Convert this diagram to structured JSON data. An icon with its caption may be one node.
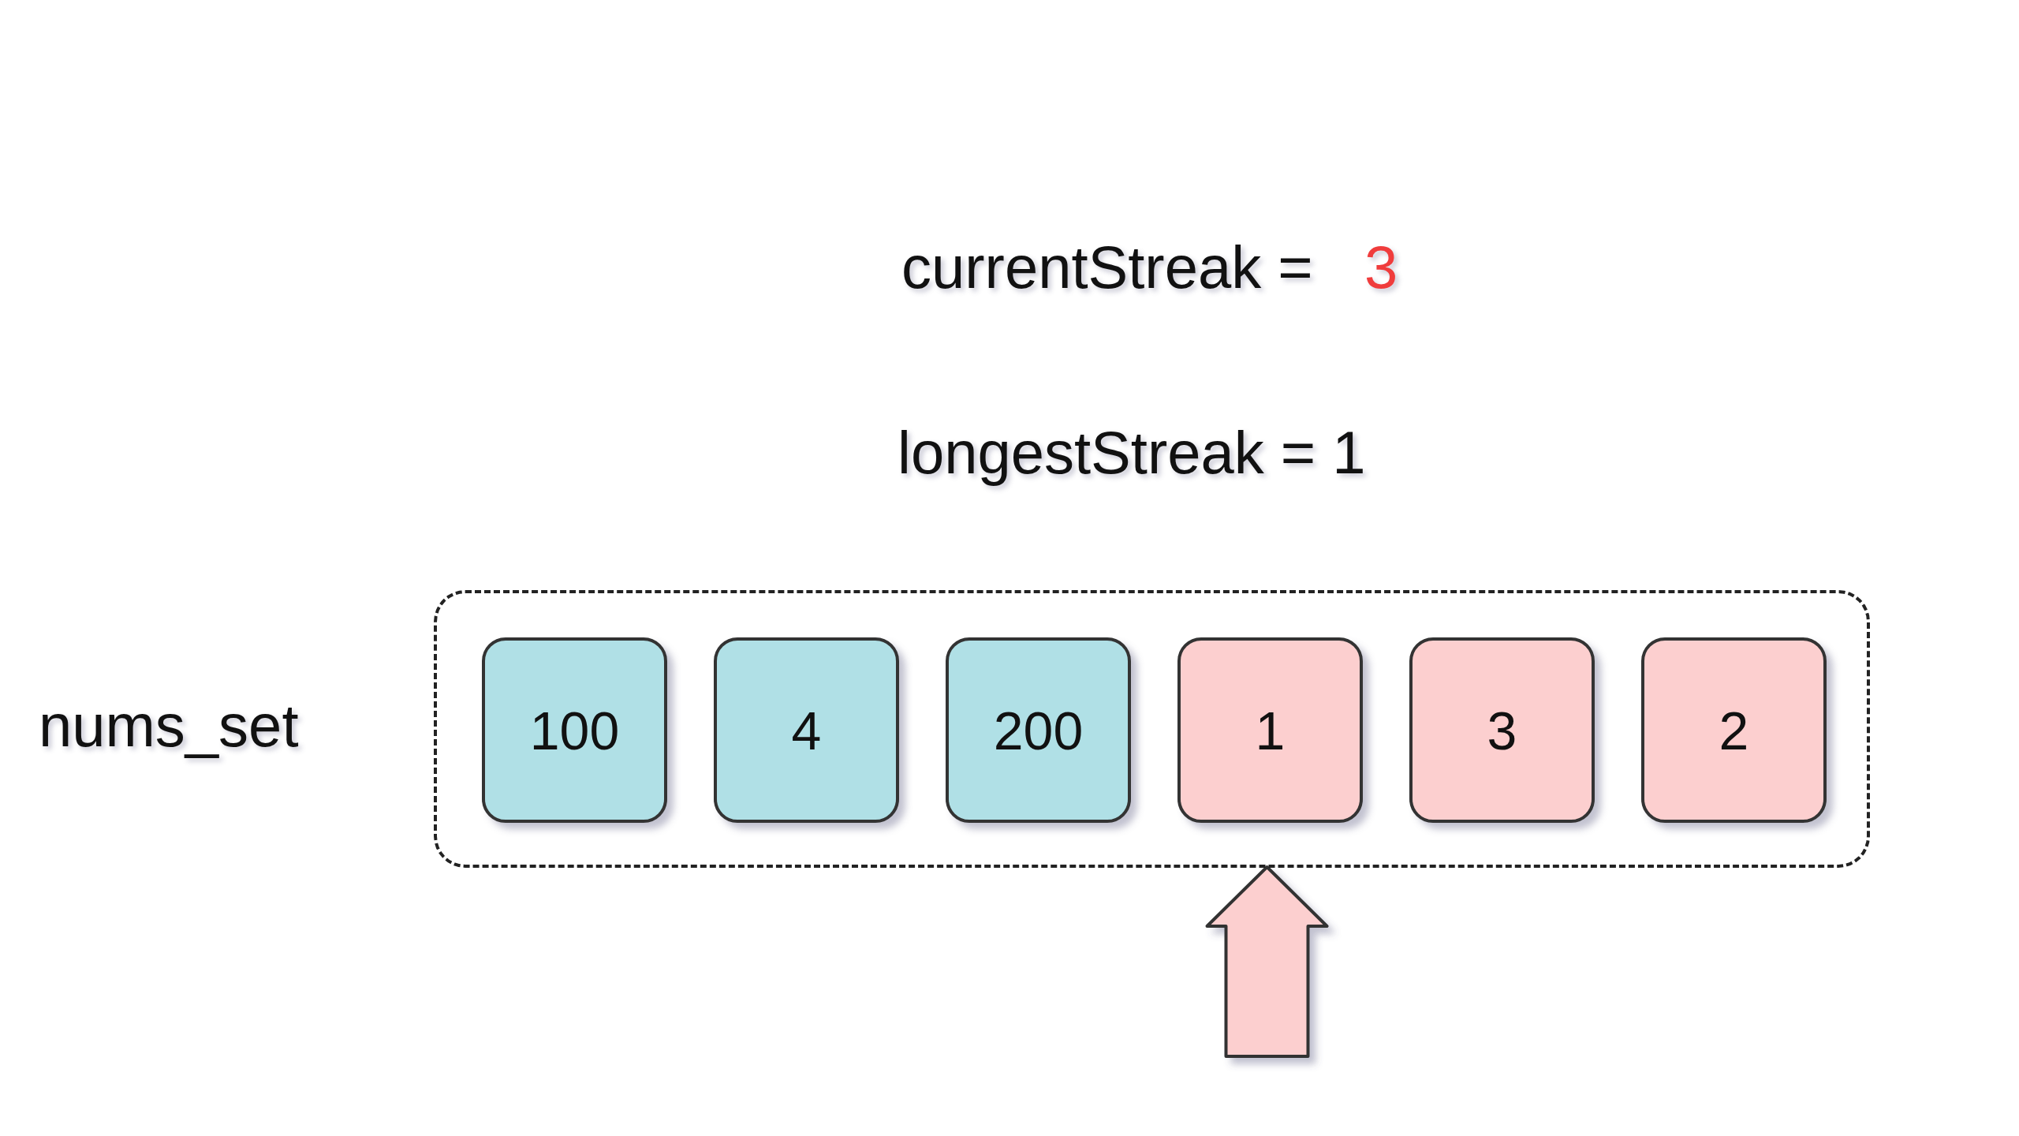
{
  "diagram": {
    "nodes": [
      {
        "text": [],
        "shape": "box",
        "beside": [
          "nums_set"
        ]
      },
      {
        "text": [
          "100"
        ],
        "in": 0
      },
      {
        "text": [
          "4"
        ],
        "in": 0
      },
      {
        "text": [
          "200"
        ],
        "in": 0
      },
      {
        "text": [
          "1"
        ],
        "in": 0
      },
      {
        "text": [
          "3"
        ],
        "in": 0
      },
      {
        "text": [
          "2"
        ],
        "in": 0
      }
    ],
    "edges": [
      {
        "from": null,
        "to": 4,
        "arrow": "to"
      }
    ],
    "labels": [
      "currentStreak =",
      "3",
      "longestStreak = 1"
    ]
  }
}
